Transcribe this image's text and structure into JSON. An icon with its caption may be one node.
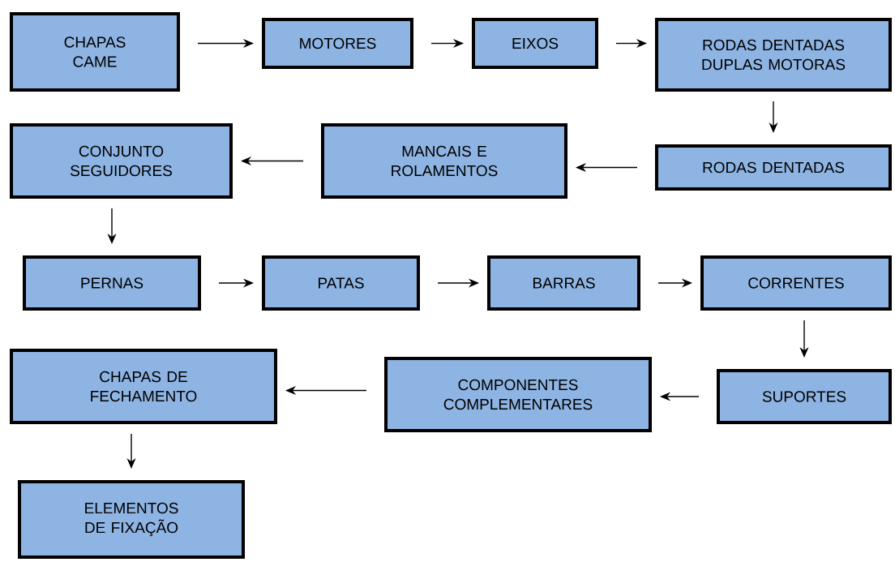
{
  "diagram": {
    "nodes": [
      {
        "text": [
          "CHAPAS CAME"
        ]
      },
      {
        "text": [
          "MOTORES"
        ]
      },
      {
        "text": [
          "EIXOS"
        ]
      },
      {
        "text": [
          "RODAS DENTADAS DUPLAS MOTORAS"
        ]
      },
      {
        "text": [
          "RODAS DENTADAS"
        ]
      },
      {
        "text": [
          "MANCAIS E ROLAMENTOS"
        ]
      },
      {
        "text": [
          "CONJUNTO SEGUIDORES"
        ]
      },
      {
        "text": [
          "PERNAS"
        ]
      },
      {
        "text": [
          "PATAS"
        ]
      },
      {
        "text": [
          "BARRAS"
        ]
      },
      {
        "text": [
          "CORRENTES"
        ]
      },
      {
        "text": [
          "SUPORTES"
        ]
      },
      {
        "text": [
          "COMPONENTES COMPLEMENTARES"
        ]
      },
      {
        "text": [
          "CHAPAS DE FECHAMENTO"
        ]
      },
      {
        "text": [
          "ELEMENTOS DE FIXAÇÃO"
        ]
      }
    ],
    "edges": [
      {
        "from": 0,
        "to": 1,
        "arrow": "to"
      },
      {
        "from": 1,
        "to": 2,
        "arrow": "to"
      },
      {
        "from": 2,
        "to": 3,
        "arrow": "to"
      },
      {
        "from": 3,
        "to": 4,
        "arrow": "to"
      },
      {
        "from": 4,
        "to": 5,
        "arrow": "to"
      },
      {
        "from": 5,
        "to": 6,
        "arrow": "to"
      },
      {
        "from": 6,
        "to": 7,
        "arrow": "to"
      },
      {
        "from": 7,
        "to": 8,
        "arrow": "to"
      },
      {
        "from": 8,
        "to": 9,
        "arrow": "to"
      },
      {
        "from": 9,
        "to": 10,
        "arrow": "to"
      },
      {
        "from": 10,
        "to": 11,
        "arrow": "to"
      },
      {
        "from": 11,
        "to": 12,
        "arrow": "to"
      },
      {
        "from": 12,
        "to": 13,
        "arrow": "to"
      },
      {
        "from": 13,
        "to": 14,
        "arrow": "to"
      }
    ]
  }
}
